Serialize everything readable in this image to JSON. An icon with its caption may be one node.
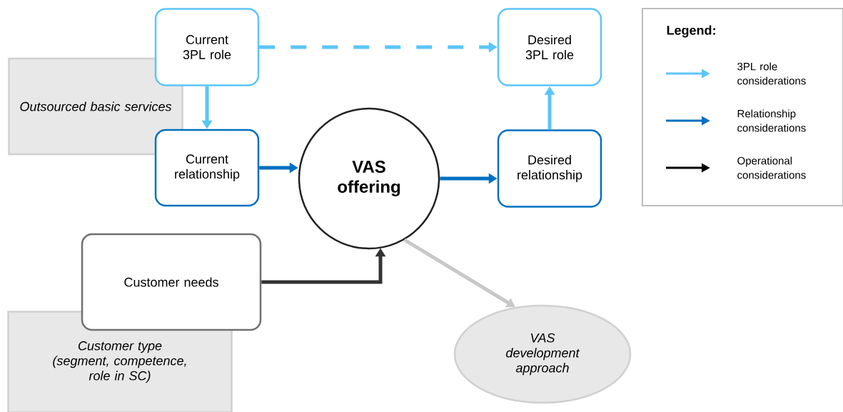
{
  "diagram": {
    "nodes": [
      {
        "text": [
          "Current 3PL role"
        ]
      },
      {
        "text": [
          "Desired 3PL role"
        ]
      },
      {
        "text": [
          "Outsourced basic services"
        ]
      },
      {
        "text": [
          "Current relationship"
        ]
      },
      {
        "text": [
          "VAS offering"
        ]
      },
      {
        "text": [
          "Desired relationship"
        ]
      },
      {
        "text": [
          "Customer needs"
        ]
      },
      {
        "text": [
          "Customer type (segment, competence, role in SC)"
        ]
      },
      {
        "text": [
          "VAS development approach"
        ]
      }
    ],
    "edges": [
      {
        "from": 0,
        "to": 1,
        "arrow": "to",
        "style": "dashed",
        "color": "#5bc5f8"
      },
      {
        "from": 0,
        "to": 3,
        "arrow": "to",
        "color": "#5bc5f8"
      },
      {
        "from": 3,
        "to": 4,
        "arrow": "to",
        "color": "#0070c0"
      },
      {
        "from": 4,
        "to": 5,
        "arrow": "to",
        "color": "#0070c0"
      },
      {
        "from": 5,
        "to": 1,
        "arrow": "to",
        "color": "#5bc5f8"
      },
      {
        "from": 6,
        "to": 4,
        "arrow": "to",
        "color": "#333333"
      },
      {
        "from": 4,
        "to": 8,
        "arrow": "to",
        "color": "#c8c8c8"
      }
    ],
    "labels": [
      "Legend:"
    ],
    "legend": [
      {
        "text": "3PL role considerations"
      },
      {
        "text": "Relationship considerations"
      },
      {
        "text": "Operational considerations"
      }
    ]
  }
}
